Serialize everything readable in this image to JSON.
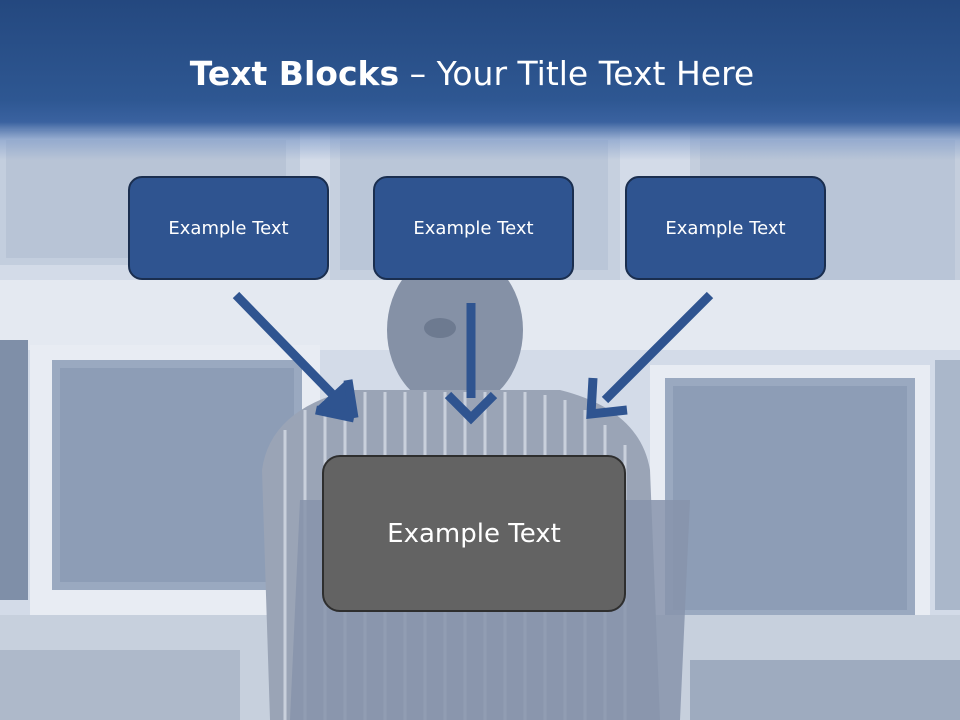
{
  "slide": {
    "title_bold": "Text Blocks",
    "title_dash": " – ",
    "title_rest": "Your Title Text Here",
    "boxes": [
      {
        "label": "Example Text"
      },
      {
        "label": "Example Text"
      },
      {
        "label": "Example Text"
      }
    ],
    "center_box": {
      "label": "Example Text"
    }
  },
  "colors": {
    "title_band": "#2e5792",
    "box_fill": "#2f5490",
    "box_border": "#1a2e4f",
    "center_fill": "#636363",
    "arrow": "#2f5490"
  },
  "icons": [
    "down-right-arrow-icon",
    "down-arrow-icon",
    "down-left-arrow-icon"
  ]
}
